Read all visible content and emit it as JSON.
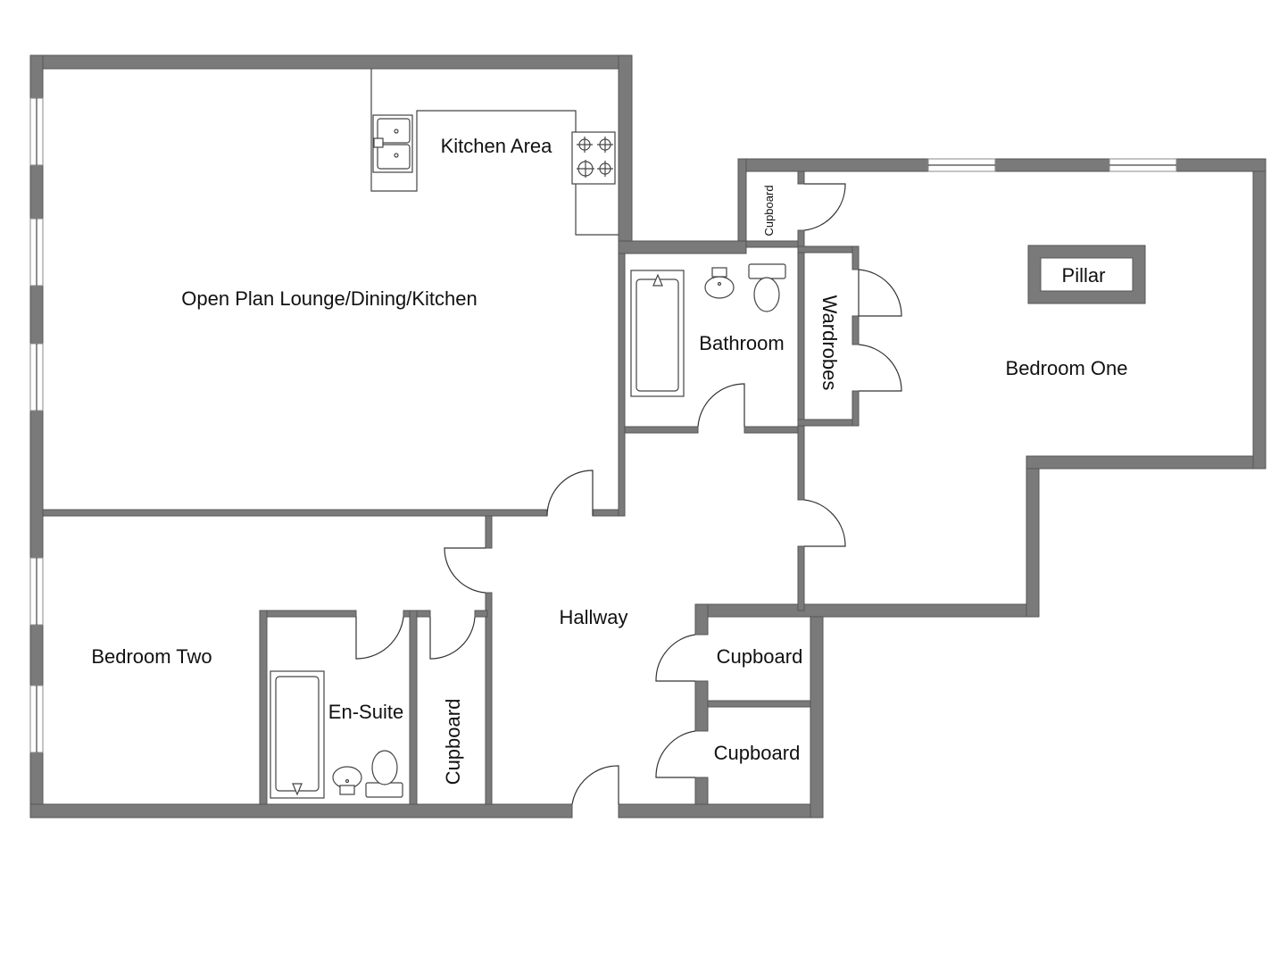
{
  "rooms": {
    "lounge": "Open Plan Lounge/Dining/Kitchen",
    "kitchen": "Kitchen Area",
    "bathroom": "Bathroom",
    "wardrobes": "Wardrobes",
    "cupboard_small": "Cupboard",
    "pillar": "Pillar",
    "bedroom_one": "Bedroom One",
    "hallway": "Hallway",
    "bedroom_two": "Bedroom Two",
    "en_suite": "En-Suite",
    "cupboard_hall": "Cupboard",
    "cupboard_right_upper": "Cupboard",
    "cupboard_right_lower": "Cupboard"
  },
  "colors": {
    "wall": "#7a7a7a",
    "background": "#ffffff",
    "line": "#444444"
  }
}
